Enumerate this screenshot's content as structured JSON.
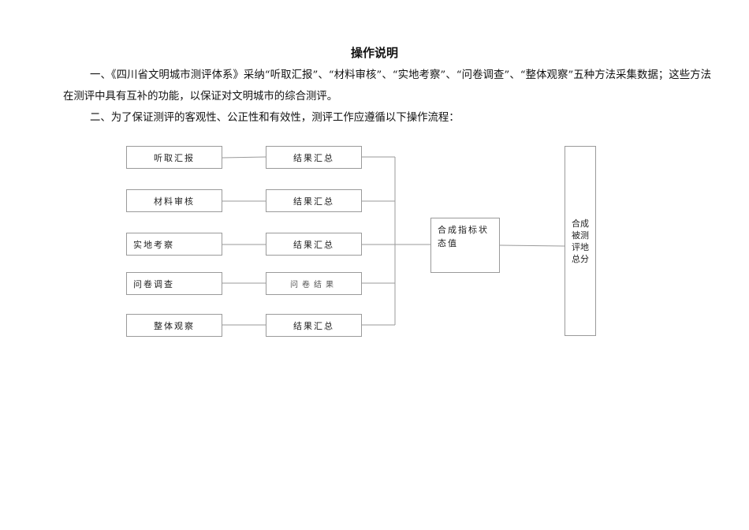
{
  "doc": {
    "title": "操作说明",
    "paragraph1": "一、《四川省文明城市测评体系》采纳“听取汇报”、“材料审核”、“实地考察”、“问卷调查”、“整体观察”五种方法采集数据；这些方法在测评中具有互补的功能，以保证对文明城市的综合测评。",
    "paragraph2": "二、为了保证测评的客观性、公正性和有效性，测评工作应遵循以下操作流程："
  },
  "flow": {
    "methods": [
      "听取汇报",
      "材料审核",
      "实地考察",
      "问卷调查",
      "整体观察"
    ],
    "results": [
      "结果汇总",
      "结果汇总",
      "结果汇总",
      "问卷结果",
      "结果汇总"
    ],
    "combine": "合成指标状态值",
    "total": "合成被测评地总分"
  }
}
